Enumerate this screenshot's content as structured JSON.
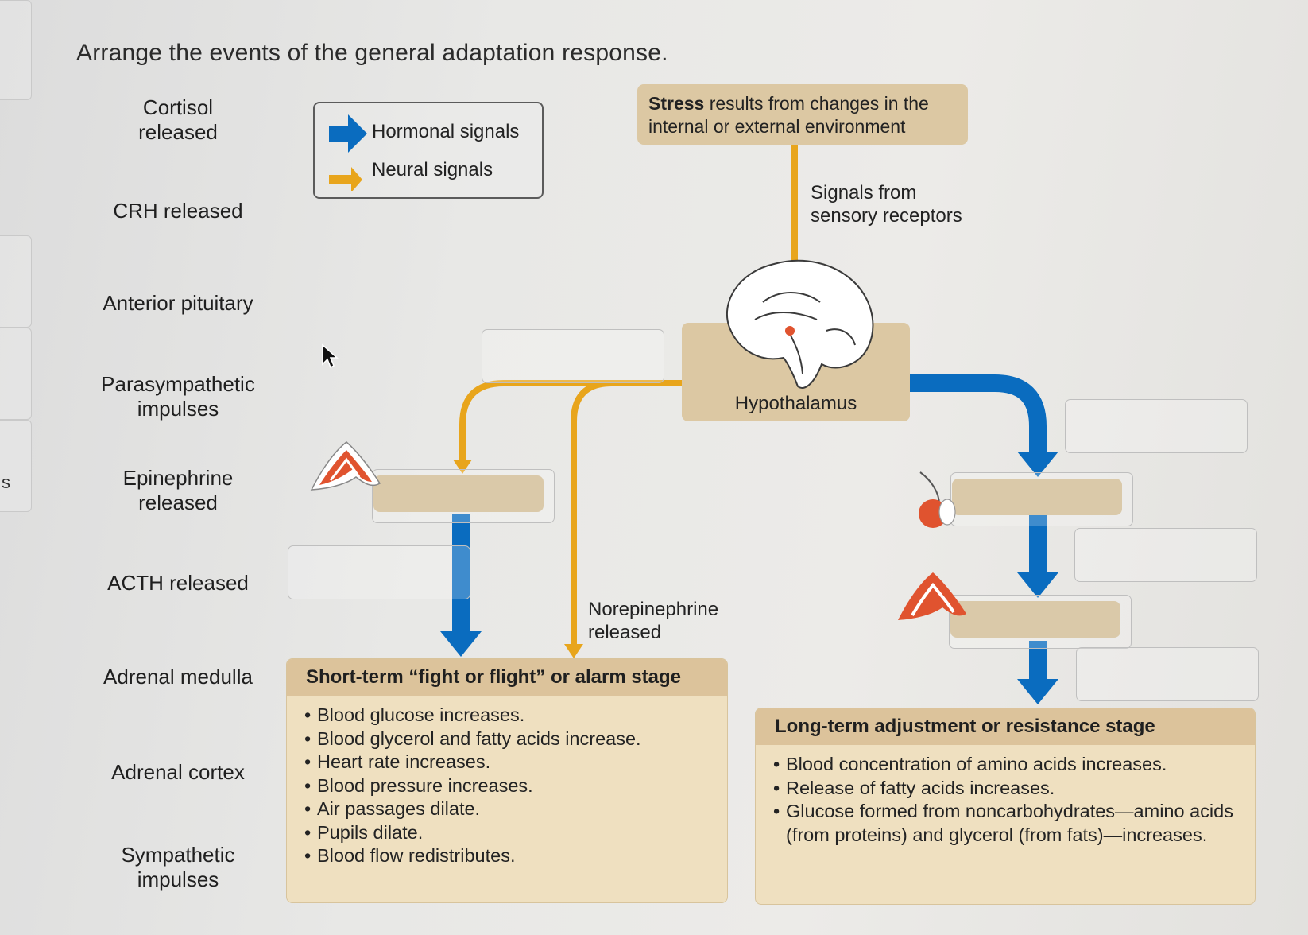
{
  "title": "Arrange the events of the general adaptation response.",
  "edge_letter": "s",
  "draggable_labels": [
    "Cortisol\nreleased",
    "CRH released",
    "Anterior pituitary",
    "Parasympathetic\nimpulses",
    "Epinephrine\nreleased",
    "ACTH released",
    "Adrenal medulla",
    "Adrenal cortex",
    "Sympathetic\nimpulses"
  ],
  "legend": {
    "hormonal": "Hormonal signals",
    "neural": "Neural signals"
  },
  "stress_box": {
    "bold": "Stress",
    "rest": " results from changes in the internal or external environment"
  },
  "signals_label": "Signals from\nsensory receptors",
  "hypothalamus_label": "Hypothalamus",
  "norepinephrine_label": "Norepinephrine\nreleased",
  "short_term": {
    "heading": "Short-term “fight or flight” or alarm stage",
    "items": [
      "Blood glucose increases.",
      "Blood glycerol and fatty acids increase.",
      "Heart rate increases.",
      "Blood pressure increases.",
      "Air passages dilate.",
      "Pupils dilate.",
      "Blood flow redistributes."
    ]
  },
  "long_term": {
    "heading": "Long-term adjustment or resistance stage",
    "items": [
      "Blood concentration of amino acids increases.",
      "Release of fatty acids increases.",
      "Glucose formed from noncarbohydrates—amino acids (from proteins) and glycerol (from fats)—increases."
    ]
  },
  "colors": {
    "hormonal_arrow": "#0a6cbf",
    "neural_arrow": "#e8a51c",
    "tan_box": "#dcc8a3",
    "stage_body": "#efe0c0",
    "stage_header": "#dcc39b",
    "gland": "#e0532f"
  }
}
